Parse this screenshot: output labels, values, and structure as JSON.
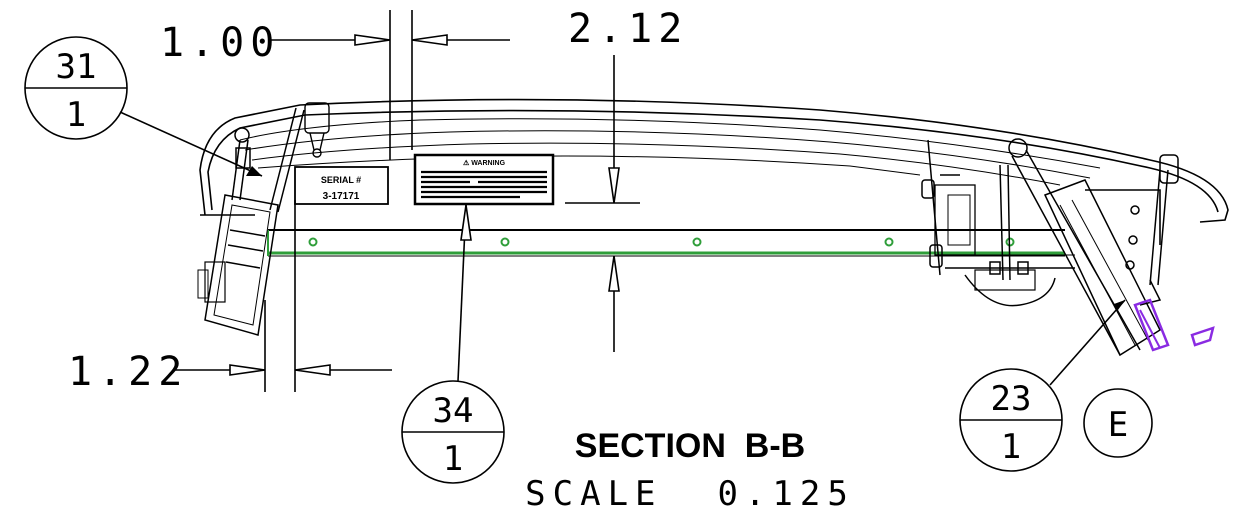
{
  "dimensions": {
    "d1": "1.00",
    "d2": "2.12",
    "d3": "1.22"
  },
  "balloons": {
    "b31": {
      "top": "31",
      "bottom": "1"
    },
    "b34": {
      "top": "34",
      "bottom": "1"
    },
    "b23": {
      "top": "23",
      "bottom": "1"
    }
  },
  "view_label": "E",
  "section": {
    "title": "SECTION  B-B",
    "scale": "SCALE  0.125"
  },
  "plates": {
    "serial_label": "SERIAL  #",
    "serial_number": "3-17171",
    "warning_title": "⚠ WARNING"
  },
  "colors": {
    "line": "#000000",
    "rail": "#2f9e3a",
    "accent": "#8a2be2"
  }
}
